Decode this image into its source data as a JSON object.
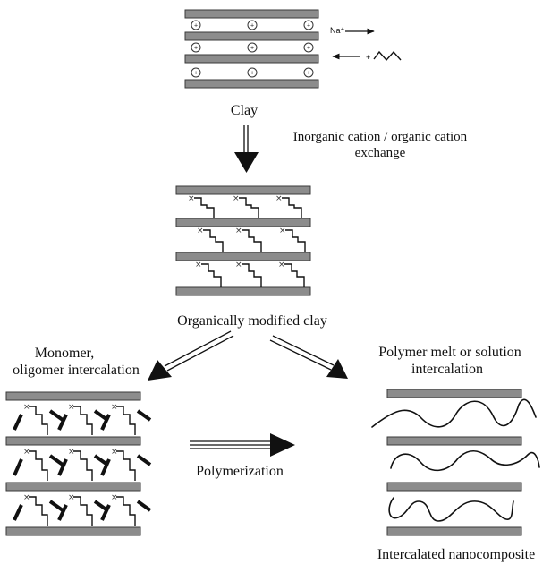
{
  "labels": {
    "clay": "Clay",
    "exchange_line1": "Inorganic cation / organic cation",
    "exchange_line2": "exchange",
    "organoclay": "Organically modified clay",
    "monomer_line1": "Monomer,",
    "monomer_line2": "oligomer intercalation",
    "melt_line1": "Polymer melt or solution",
    "melt_line2": "intercalation",
    "polymerization": "Polymerization",
    "nanocomposite": "Intercalated nanocomposite",
    "sodium": "Na⁺",
    "plus": "+",
    "cation_symbol": "+"
  },
  "colors": {
    "clay_layer": "#8c8c8c",
    "ink": "#111111"
  }
}
